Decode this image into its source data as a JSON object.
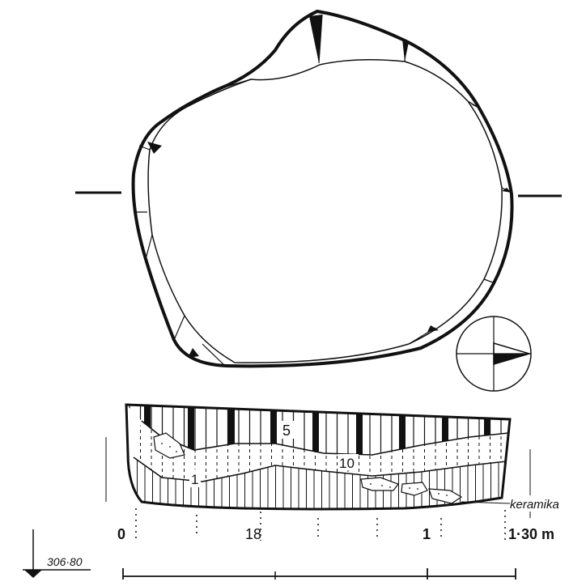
{
  "figure": {
    "plan": {
      "north_arrow": {
        "icon": "north-arrow-icon"
      }
    },
    "section": {
      "layer_labels": [
        "5",
        "10",
        "1",
        "18"
      ],
      "find_label": "keramika"
    },
    "elevation": {
      "value": "306·80",
      "icon": "elevation-marker-icon"
    },
    "scale_bar": {
      "ticks": [
        "0",
        "1",
        "1·30 m"
      ]
    }
  },
  "colors": {
    "ink": "#111111",
    "paper": "#ffffff"
  }
}
